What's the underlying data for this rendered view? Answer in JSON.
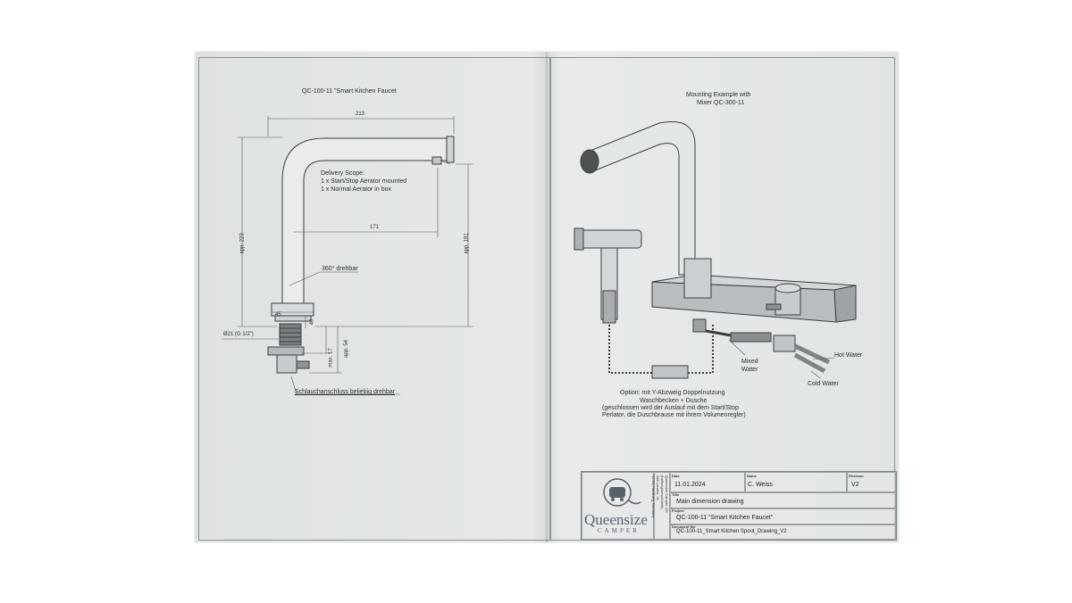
{
  "left": {
    "title": "QC-100-11 \"Smart Kitchen Faucet",
    "dims": {
      "width_top": "213",
      "reach": "171",
      "height_total": "app. 223",
      "height_spout": "app. 191",
      "base_width": "45",
      "base_small": "40",
      "thread": "Ø21 (G 1/2\")",
      "max_depth": "max. 17",
      "app_depth": "app. 54"
    },
    "delivery_scope": [
      "Delivery Scope:",
      "1 x Start/Stop Aerator mounted",
      "1 x Normal Aerator in box"
    ],
    "rotate_note": "360° drehbar",
    "hose_note": "Schlauchanschluss beliebig drehbar"
  },
  "right": {
    "title_line1": "Mounting Example with",
    "title_line2": "Mixer QC-300-11",
    "mixed_water": [
      "Mixed",
      "Water"
    ],
    "hot_water": "Hot Water",
    "cold_water": "Cold Water",
    "option_text": [
      "Option: mit Y-Abzweig Doppelnutzung",
      "Waschbecken + Dusche",
      "(geschlossen wird der Auslauf mit dem Start/Stop",
      "Perlator, die Duschbrause mit ihrem Volumenregler)"
    ]
  },
  "title_block": {
    "logo_word": "Queensize",
    "logo_sub": "CAMPER",
    "company_lines": [
      "Queensize Camper UG",
      "(haftungsbeschränkt)",
      "Alte Landstr. 2b",
      "22391 Hamburg, Germany"
    ],
    "date_label": "Date",
    "date": "11.01.2024",
    "name_label": "Name",
    "name": "C. Weiss",
    "revision_label": "Revision",
    "revision": "V2",
    "title_label": "Title",
    "title": "Main dimension drawing",
    "project_label": "Project",
    "project": "QC-100-11 \"Smart Kitchen Faucet\"",
    "document_label": "Document file",
    "document": "QC-100-11_Smart Kitchen Spout_Drawing_V2"
  }
}
